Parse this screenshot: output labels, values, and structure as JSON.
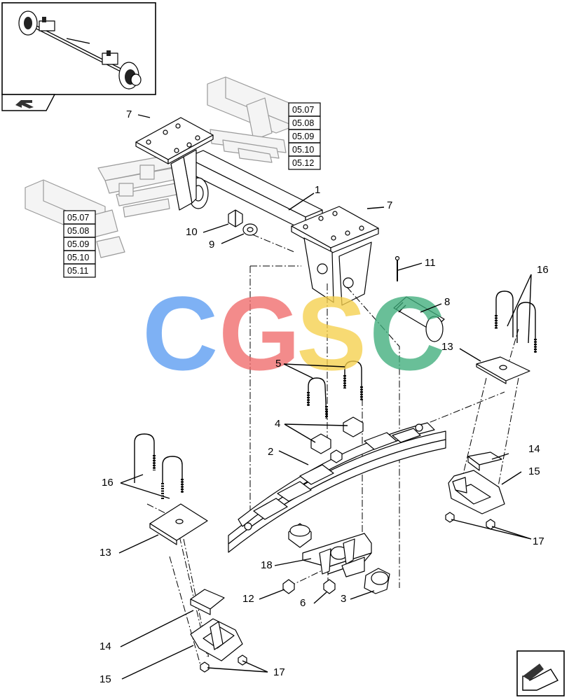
{
  "watermark": {
    "letters": [
      "C",
      "G",
      "S",
      "C"
    ],
    "colors": [
      "#5b9cf2",
      "#f06b6b",
      "#f6d04d",
      "#3fae7c"
    ]
  },
  "labels": {
    "l1": "1",
    "l2": "2",
    "l3": "3",
    "l4": "4",
    "l5": "5",
    "l6": "6",
    "l7a": "7",
    "l7b": "7",
    "l8": "8",
    "l9": "9",
    "l10": "10",
    "l11": "11",
    "l12": "12",
    "l13a": "13",
    "l13b": "13",
    "l14a": "14",
    "l14b": "14",
    "l15a": "15",
    "l15b": "15",
    "l16a": "16",
    "l16b": "16",
    "l17a": "17",
    "l17b": "17",
    "l18": "18"
  },
  "ref_boxes": {
    "right": [
      "05.07",
      "05.08",
      "05.09",
      "05.10",
      "05.12"
    ],
    "left": [
      "05.07",
      "05.08",
      "05.09",
      "05.10",
      "05.11"
    ]
  },
  "icons": {
    "thumbnail": "axle-assembly-thumbnail",
    "nav_prev": "arrow-back-icon",
    "nav_next": "arrow-forward-icon"
  }
}
